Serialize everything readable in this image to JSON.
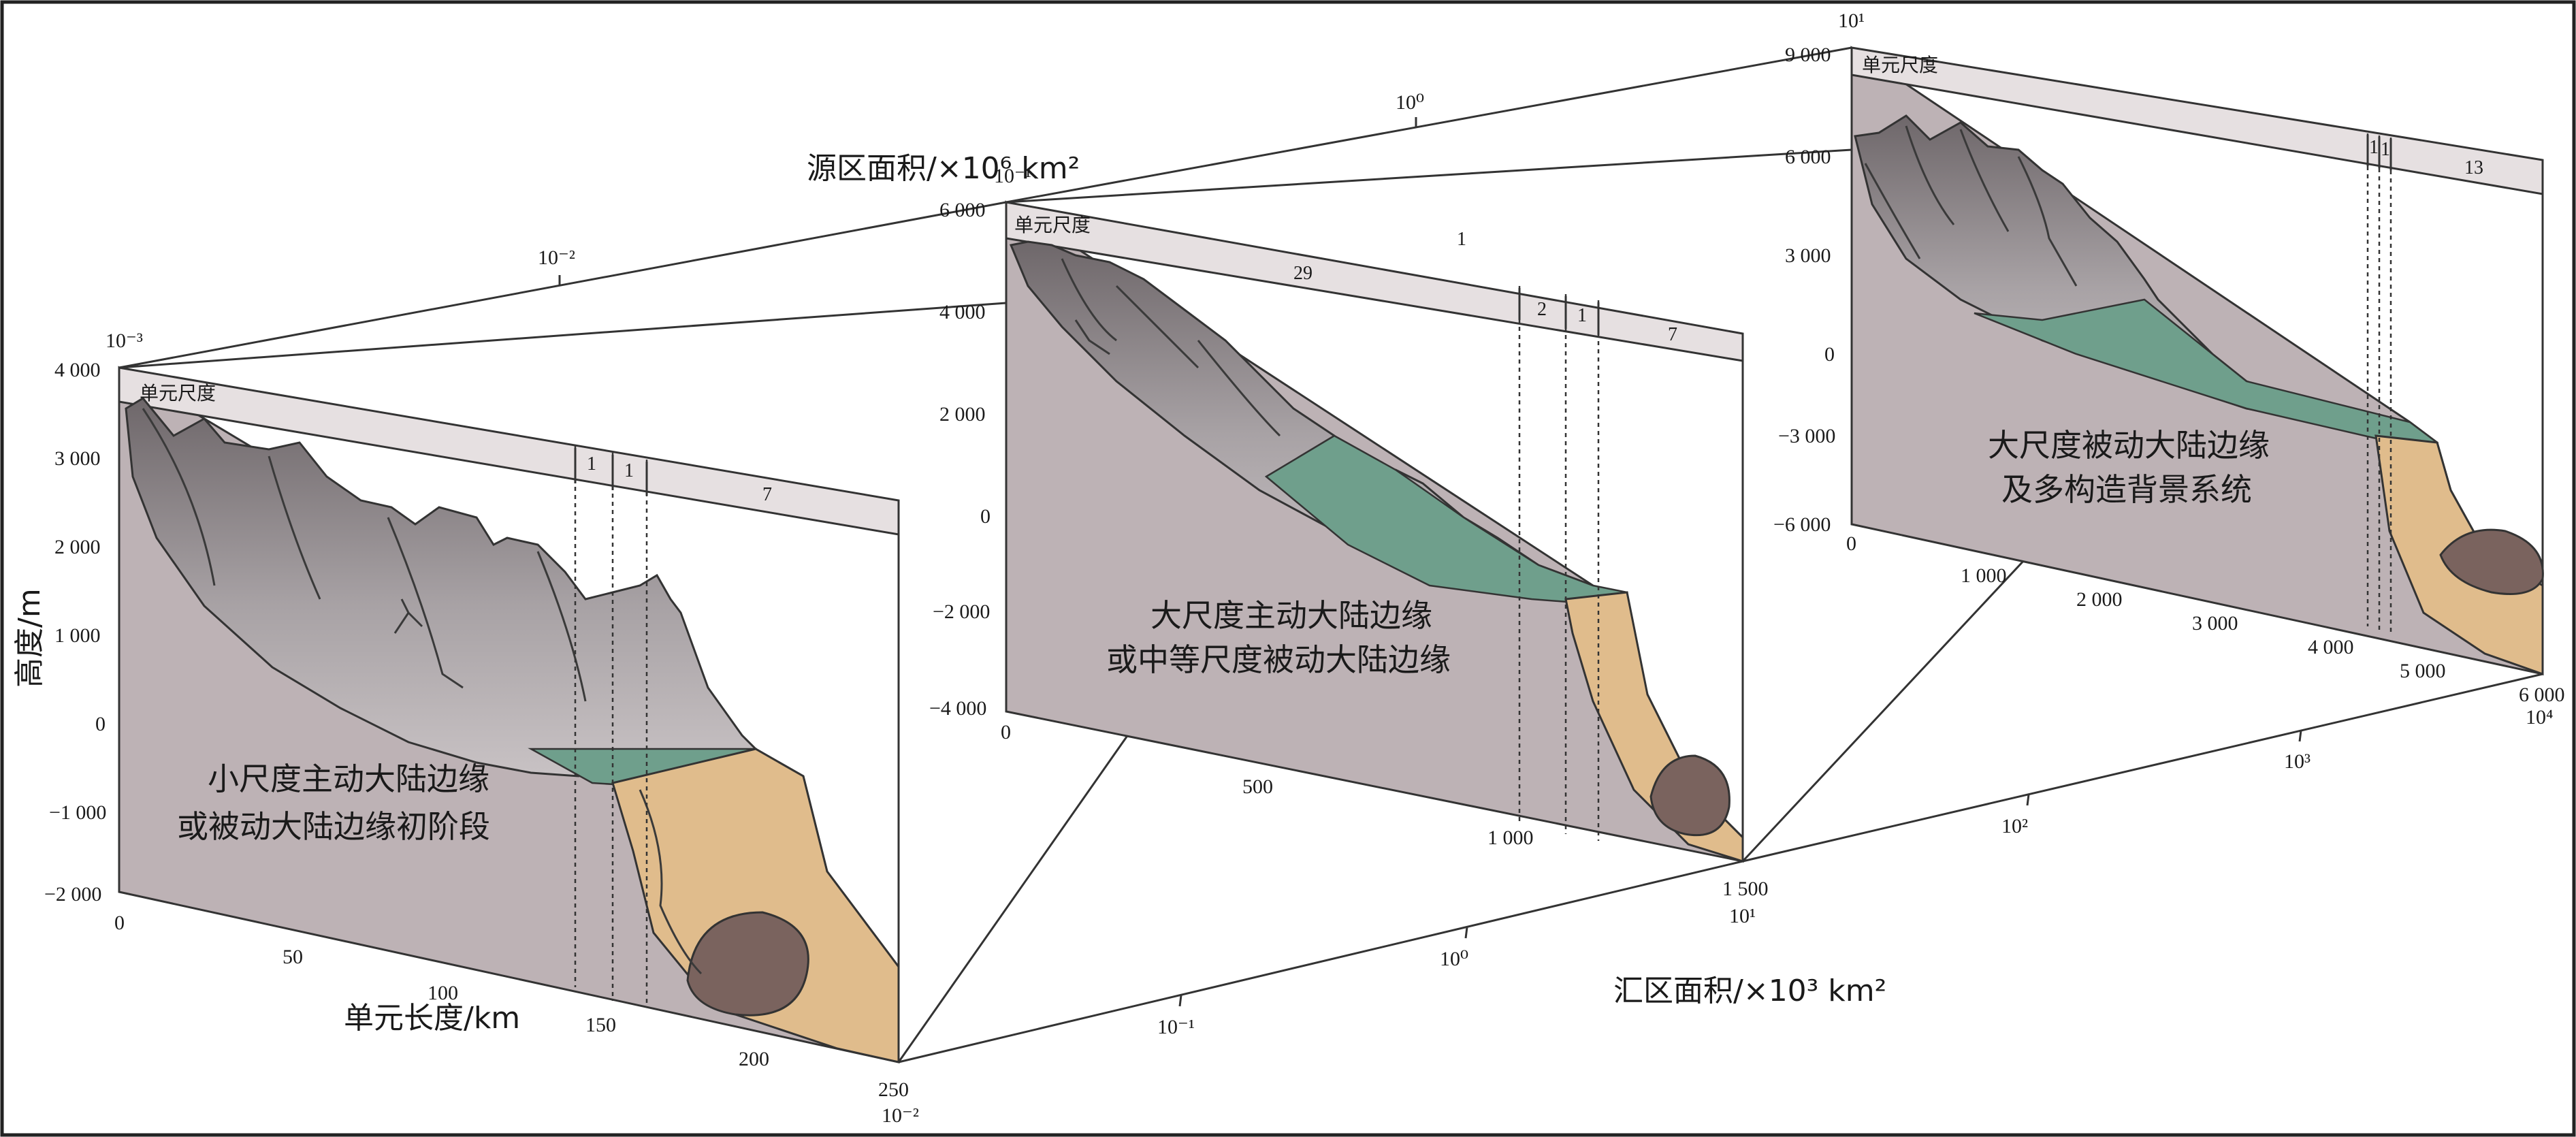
{
  "axes": {
    "source_area_label": "源区面积/×10⁶ km²",
    "sink_area_label": "汇区面积/×10³ km²",
    "height_label": "高度/m",
    "length_label": "单元长度/km",
    "source_ticks": [
      "10⁻³",
      "10⁻²",
      "10⁻¹",
      "10⁰",
      "10¹"
    ],
    "sink_ticks": [
      "10⁻²",
      "10⁻¹",
      "10⁰",
      "10¹",
      "10²",
      "10³",
      "10⁴"
    ]
  },
  "panels": [
    {
      "title_line1": "小尺度主动大陆边缘",
      "title_line2": "或被动大陆边缘初阶段",
      "scale_label": "单元尺度",
      "scale_numbers": [
        "1",
        "1",
        "7"
      ],
      "height_ticks": [
        "4 000",
        "3 000",
        "2 000",
        "1 000",
        "0",
        "−1 000",
        "−2 000"
      ],
      "length_ticks": [
        "0",
        "50",
        "100",
        "150",
        "200",
        "250"
      ]
    },
    {
      "title_line1": "大尺度主动大陆边缘",
      "title_line2": "或中等尺度被动大陆边缘",
      "scale_label": "单元尺度",
      "scale_numbers": [
        "29",
        "2",
        "1",
        "7",
        "1"
      ],
      "height_ticks": [
        "6 000",
        "4 000",
        "2 000",
        "0",
        "−2 000",
        "−4 000"
      ],
      "length_ticks": [
        "0",
        "500",
        "1 000",
        "1 500"
      ]
    },
    {
      "title_line1": "大尺度被动大陆边缘",
      "title_line2": "及多构造背景系统",
      "scale_label": "单元尺度",
      "scale_numbers": [
        "1",
        "1",
        "13"
      ],
      "height_ticks": [
        "9 000",
        "6 000",
        "3 000",
        "0",
        "−3 000",
        "−6 000"
      ],
      "length_ticks": [
        "0",
        "1 000",
        "2 000",
        "3 000",
        "4 000",
        "5 000",
        "6 000"
      ]
    }
  ]
}
